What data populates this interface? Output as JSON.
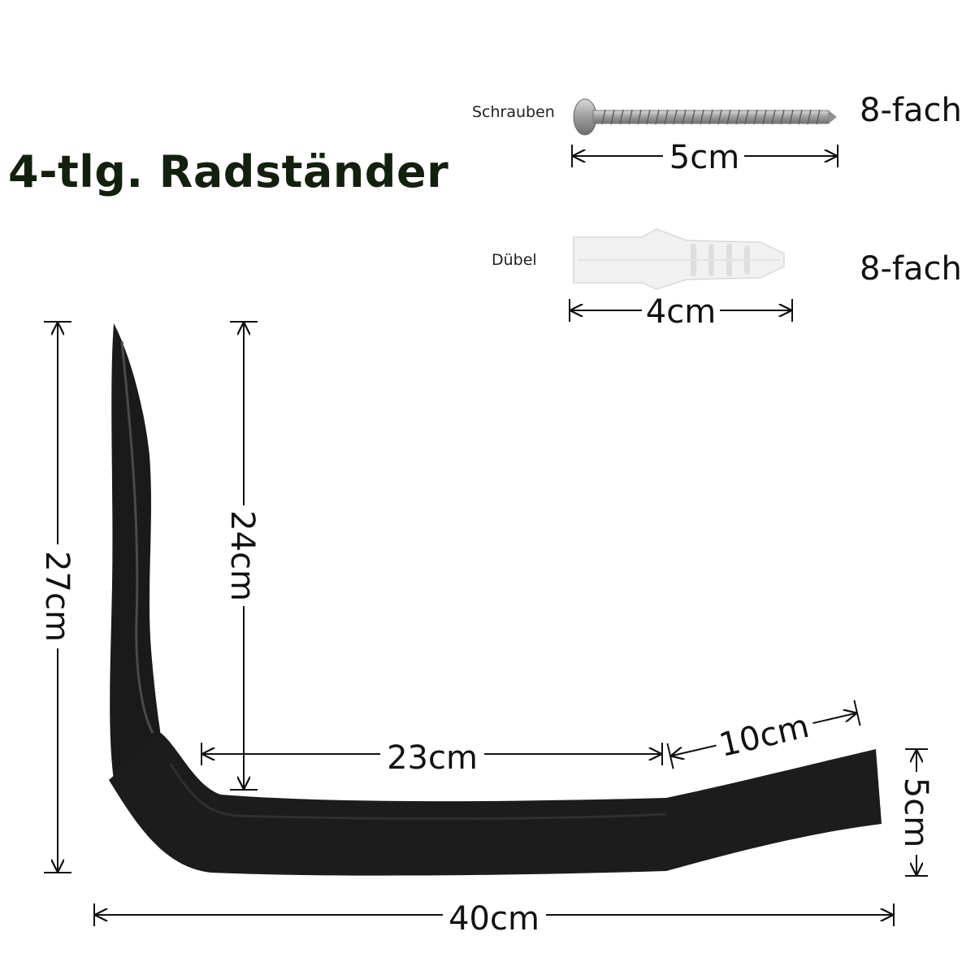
{
  "title": "4-tlg. Radständer",
  "screw": {
    "label": "Schrauben",
    "length": "5cm",
    "quantity": "8-fach"
  },
  "dowel": {
    "label": "Dübel",
    "length": "4cm",
    "quantity": "8-fach"
  },
  "dimensions": {
    "total_height": "27cm",
    "inner_height": "24cm",
    "inner_length": "23cm",
    "tip_length": "10cm",
    "tip_height": "5cm",
    "total_length": "40cm"
  },
  "colors": {
    "hook": "#1b1b1b",
    "title": "#14200f",
    "dowel": "#eeeeee",
    "screw": "#a9a9a9"
  }
}
